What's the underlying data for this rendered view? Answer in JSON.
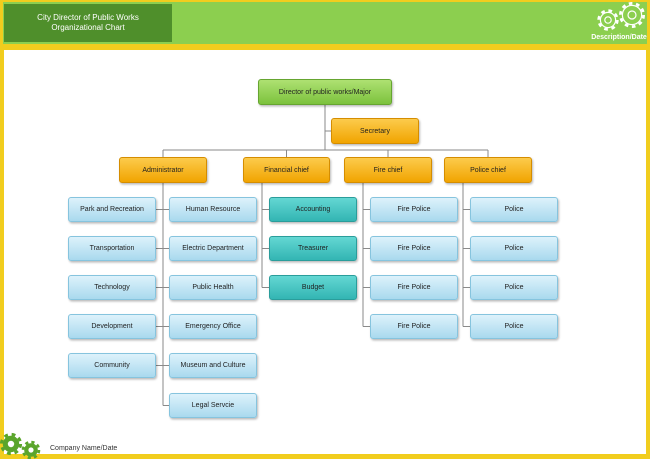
{
  "header": {
    "title_line1": "City Director of Public Works",
    "title_line2": "Organizational Chart",
    "description": "Description/Date",
    "icon": "gear-icon"
  },
  "footer": {
    "company": "Company Name/Date",
    "icon": "gear-icon"
  },
  "org": {
    "director": "Director of public works/Major",
    "secretary": "Secretary",
    "chiefs": [
      "Administrator",
      "Financial chief",
      "Fire chief",
      "Police chief"
    ],
    "administrator_left": [
      "Park and Recreation",
      "Transportation",
      "Technology",
      "Development",
      "Community"
    ],
    "administrator_right": [
      "Human Resource",
      "Electric Department",
      "Public Health",
      "Emergency Office",
      "Museum and Culture",
      "Legal Servcie"
    ],
    "financial": [
      "Accounting",
      "Treasurer",
      "Budget"
    ],
    "fire": [
      "Fire Police",
      "Fire Police",
      "Fire Police",
      "Fire Police"
    ],
    "police": [
      "Police",
      "Police",
      "Police",
      "Police"
    ]
  },
  "colors": {
    "frame": "#f1cd1e",
    "header_band": "#8ccf4f",
    "title_box": "#4f8f2b",
    "director": "#7cc23d",
    "chief": "#f1a400",
    "financial_unit": "#33b5b3",
    "unit": "#a9d9ee",
    "connector": "#8a8a8a"
  }
}
